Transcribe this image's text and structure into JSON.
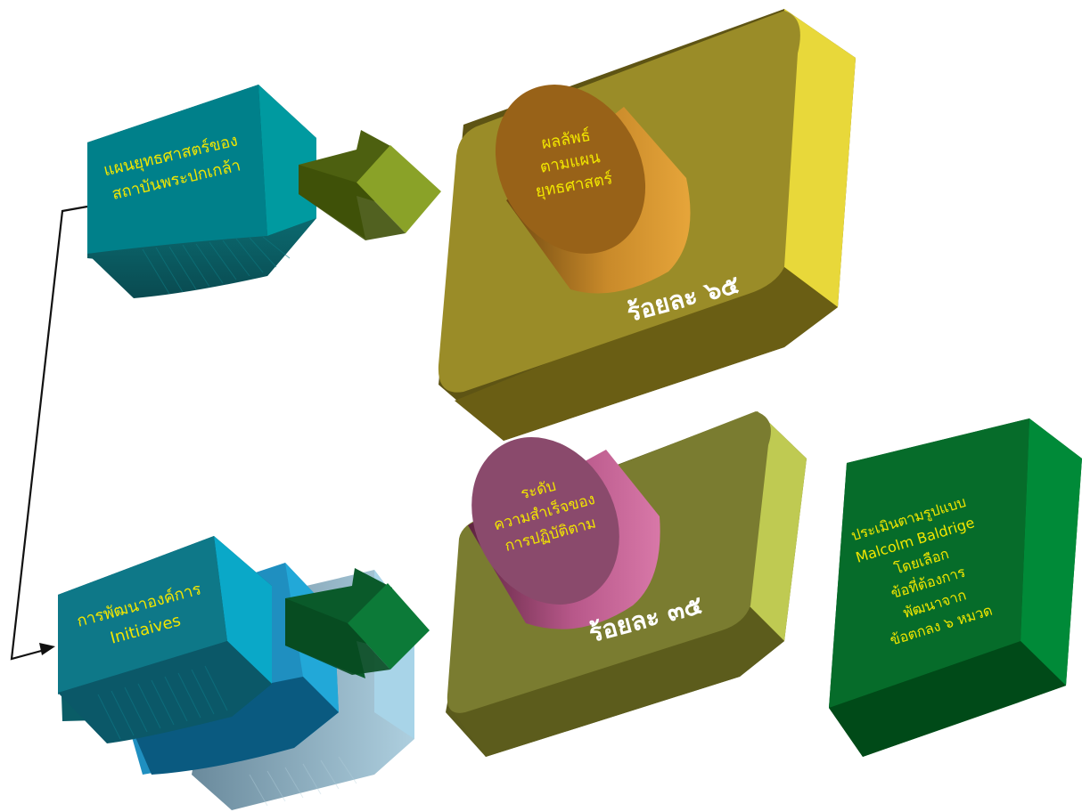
{
  "box_strategic_plan": {
    "line1": "แผนยุทธศาสตร์ของ",
    "line2": "สถาบันพระปกเกล้า"
  },
  "box_development": {
    "line1": "การพัฒนาองค์การ",
    "line2": "Initiaives"
  },
  "cylinder_results": {
    "line1": "ผลลัพธ์",
    "line2": "ตามแผน",
    "line3": "ยุทธศาสตร์"
  },
  "percent_top": "ร้อยละ ๖๕",
  "cylinder_achievement": {
    "line1": "ระดับ",
    "line2": "ความสำเร็จของ",
    "line3": "การปฏิบัติตาม"
  },
  "percent_bottom": "ร้อยละ ๓๕",
  "box_assessment": {
    "line1": "ประเมินตามรูปแบบ",
    "line2": "Malcolm Baldrige",
    "line3": "โดยเลือก",
    "line4": "ข้อที่ต้องการ",
    "line5": "พัฒนาจาก",
    "line6": "ข้อตกลง ๖ หมวด"
  },
  "colors": {
    "teal": "#00808a",
    "olive": "#9a8c28",
    "yellow": "#e8d83a",
    "green": "#006b2e",
    "label": "#f2e600"
  }
}
